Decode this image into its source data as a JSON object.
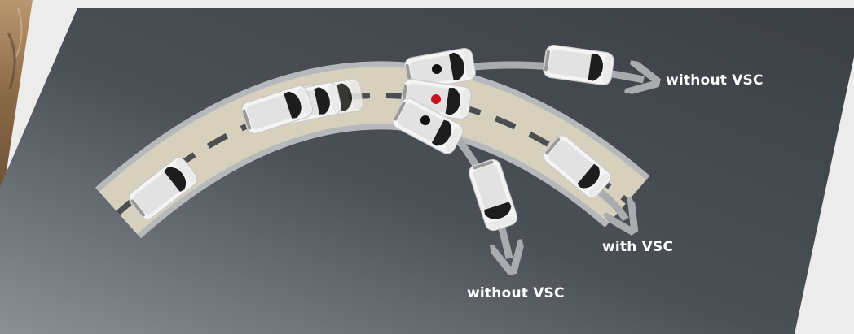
{
  "labels": {
    "upper_path": "without VSC",
    "with_vsc": "with VSC",
    "lower_path": "without VSC"
  },
  "colors": {
    "background": "#ececec",
    "panel_dark": "#3c4146",
    "panel_light": "#7b8188",
    "road": "#d6d0bd",
    "road_edge": "#b5b9bc",
    "lane_dash": "#4b4f52",
    "car_body": "#f2f2f2",
    "car_glass": "#1b1b1b",
    "arrow": "#a9acae",
    "marker_red": "#c8141e",
    "marker_black": "#111111"
  }
}
